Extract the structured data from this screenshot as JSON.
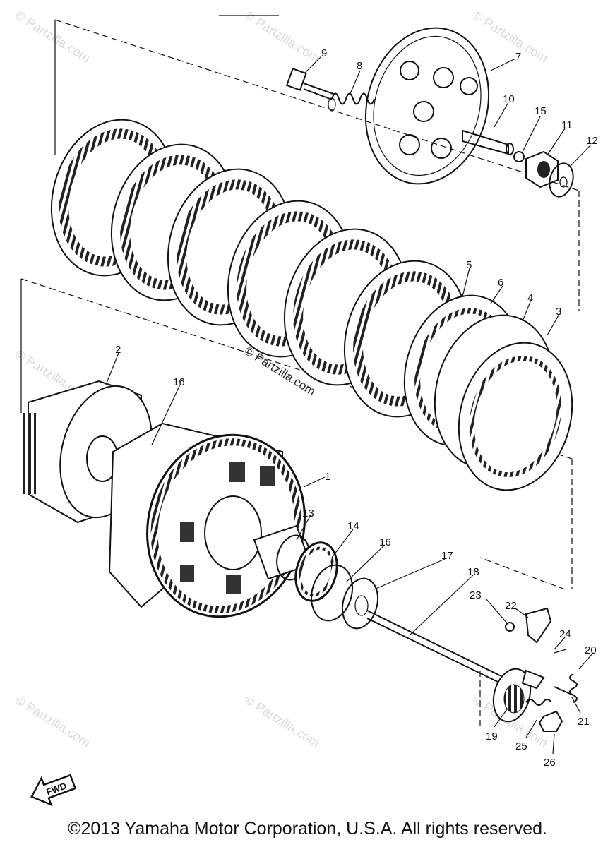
{
  "watermark": "© Partzilla.com",
  "fwd_label": "FWD",
  "copyright": "©2013 Yamaha Motor Corporation, U.S.A. All rights reserved.",
  "callouts": [
    "1",
    "2",
    "3",
    "4",
    "5",
    "6",
    "7",
    "8",
    "9",
    "10",
    "11",
    "12",
    "13",
    "14",
    "15",
    "16",
    "16",
    "17",
    "18",
    "19",
    "20",
    "21",
    "22",
    "23",
    "24",
    "25",
    "26"
  ]
}
